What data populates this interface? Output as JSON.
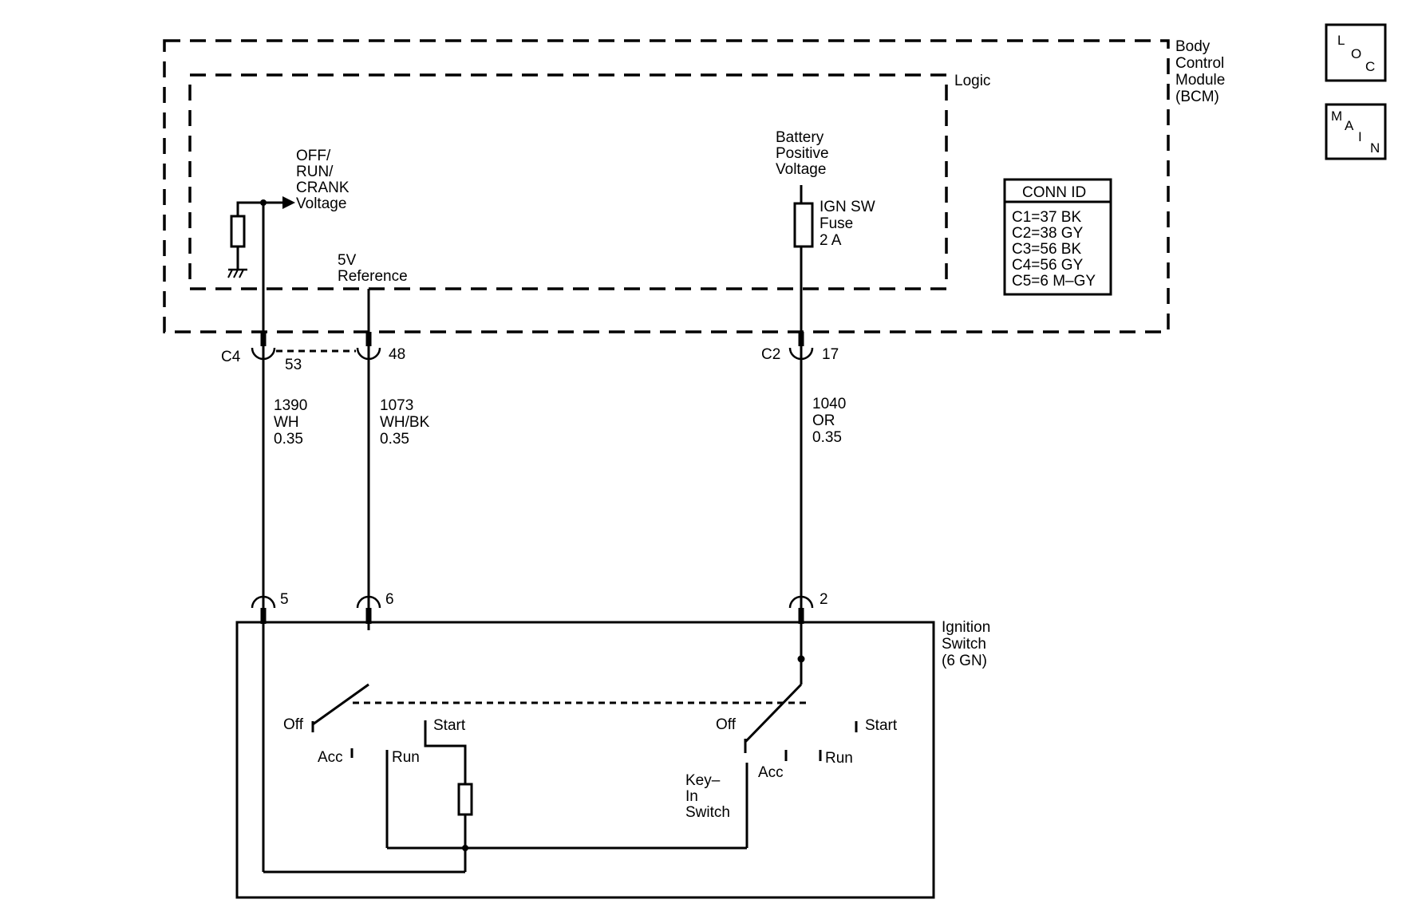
{
  "bcm": {
    "title": [
      "Body",
      "Control",
      "Module",
      "(BCM)"
    ],
    "logic_label": "Logic",
    "off_run_crank": [
      "OFF/",
      "RUN/",
      "CRANK",
      "Voltage"
    ],
    "five_v_reference": [
      "5V",
      "Reference"
    ],
    "battery_positive": [
      "Battery",
      "Positive",
      "Voltage"
    ],
    "fuse": [
      "IGN SW",
      "Fuse",
      "2 A"
    ]
  },
  "conn_id": {
    "title": "CONN ID",
    "rows": [
      "C1=37 BK",
      "C2=38 GY",
      "C3=56 BK",
      "C4=56 GY",
      "C5=6 M–GY"
    ]
  },
  "nav_buttons": [
    {
      "letters": [
        "L",
        "O",
        "C"
      ],
      "icon": "loc-icon"
    },
    {
      "letters": [
        "M",
        "A",
        "I",
        "N"
      ],
      "icon": "main-icon"
    }
  ],
  "connectors": {
    "c4_label": "C4",
    "c4_pin_a": "53",
    "c4_pin_b": "48",
    "c2_label": "C2",
    "c2_pin": "17"
  },
  "wires": [
    {
      "circuit": "1390",
      "color": "WH",
      "gauge": "0.35"
    },
    {
      "circuit": "1073",
      "color": "WH/BK",
      "gauge": "0.35"
    },
    {
      "circuit": "1040",
      "color": "OR",
      "gauge": "0.35"
    }
  ],
  "ignition_switch": {
    "title": [
      "Ignition",
      "Switch",
      "(6 GN)"
    ],
    "pins": [
      "5",
      "6",
      "2"
    ],
    "left_positions": {
      "off": "Off",
      "acc": "Acc",
      "run": "Run",
      "start": "Start"
    },
    "right_positions": {
      "off": "Off",
      "acc": "Acc",
      "run": "Run",
      "start": "Start"
    },
    "key_in_switch": [
      "Key–",
      "In",
      "Switch"
    ]
  }
}
